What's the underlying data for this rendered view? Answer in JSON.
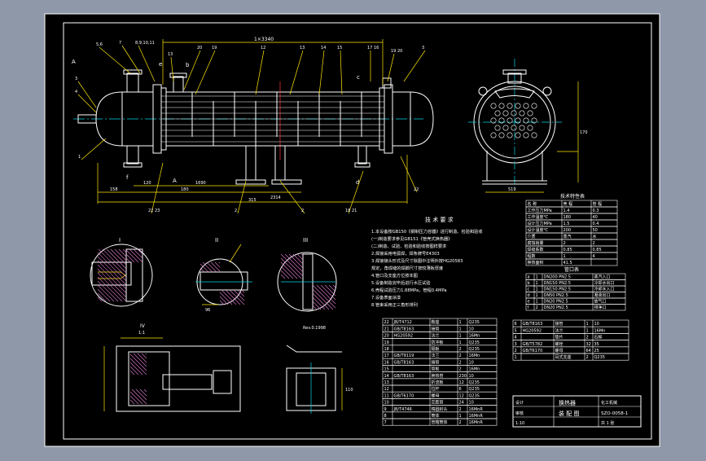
{
  "colors": {
    "background": "#8f98a8",
    "sheet": "#000000",
    "line": "#ffffff",
    "dimension": "#ffe600",
    "centerline": "#00d6e6",
    "section": "#ff3b3b",
    "hatch": "#e07ad0"
  },
  "drawing": {
    "overall_dim": "1×3340",
    "dim_158": "158",
    "dim_120": "120",
    "dim_180": "180",
    "dim_1690": "1690",
    "dim_2314": "2314",
    "dim_315": "315",
    "dim_519": "519",
    "dim_170": "170",
    "dim_96": "96",
    "dim_110": "110"
  },
  "sections": {
    "s1": "I",
    "s2": "II",
    "s3": "III",
    "s4": "IV",
    "s4_scale": "1:1",
    "s5": "Rev.0.1998"
  },
  "tech_title": "技 术 要 求",
  "tech_lines": [
    "1.本设备按GB150《钢制压力容器》进行制造、检验和验收",
    "(一)制造要求参见GB151《管壳式换热器》",
    "(二)制造、试验、检验和验收按图样要求",
    "2.焊接采用电弧焊，焊条牌号E4303",
    "3.焊接接头形式及尺寸除图中注明外按HG20583",
    "规定，角焊缝的焊脚尺寸按较薄板厚度",
    "4.管口及支座方位按本图",
    "5.设备制造完毕后进行水压试验",
    "6.壳程试验压力1.88MPa，管程0.4MPa",
    "7.设备表面涂漆",
    "8.管束采用正三角形排列"
  ],
  "spec_table": {
    "title": "技术特性表",
    "headers": [
      "名 称",
      "壳 程",
      "管 程"
    ],
    "rows": [
      [
        "工作压力MPa",
        "1.4",
        "0.3"
      ],
      [
        "工作温度℃",
        "180",
        "40"
      ],
      [
        "设计压力MPa",
        "1.5",
        "0.4"
      ],
      [
        "设计温度℃",
        "200",
        "50"
      ],
      [
        "介质",
        "蒸汽",
        "水"
      ],
      [
        "腐蚀裕量",
        "2",
        "2"
      ],
      [
        "焊缝系数",
        "0.85",
        "0.85"
      ],
      [
        "程数",
        "1",
        "4"
      ],
      [
        "换热面积",
        "41.5",
        ""
      ]
    ]
  },
  "nozzle_table": {
    "title": "管口表",
    "rows": [
      [
        "a",
        "1",
        "DN200 PN2.5",
        "蒸汽入口"
      ],
      [
        "b",
        "1",
        "DN150 PN2.5",
        "冷却水出口"
      ],
      [
        "c",
        "1",
        "DN150 PN2.5",
        "冷却水入口"
      ],
      [
        "d",
        "1",
        "DN50 PN2.5",
        "凝液出口"
      ],
      [
        "e",
        "1",
        "DN20 PN2.5",
        "放气口"
      ],
      [
        "f",
        "2",
        "DN20 PN2.5",
        "排净口"
      ]
    ]
  },
  "parts_left": [
    [
      "22",
      "JB/T4712",
      "鞍座",
      "1",
      "Q235"
    ],
    [
      "21",
      "GB/T8163",
      "接管",
      "1",
      "10"
    ],
    [
      "20",
      "HG20592",
      "法兰",
      "1",
      "16Mn"
    ],
    [
      "19",
      "",
      "防冲板",
      "1",
      "Q235"
    ],
    [
      "18",
      "",
      "隔板",
      "2",
      "Q235"
    ],
    [
      "17",
      "GB/T9119",
      "法兰",
      "2",
      "16Mn"
    ],
    [
      "16",
      "GB/T8163",
      "接管",
      "2",
      "10"
    ],
    [
      "15",
      "",
      "管板",
      "2",
      "16Mn"
    ],
    [
      "14",
      "GB/T8163",
      "换热管",
      "230",
      "10"
    ],
    [
      "13",
      "",
      "折流板",
      "12",
      "Q235"
    ],
    [
      "12",
      "",
      "拉杆",
      "6",
      "Q235"
    ],
    [
      "11",
      "GB/T6170",
      "螺母",
      "12",
      "Q235"
    ],
    [
      "10",
      "",
      "定距管",
      "24",
      "10"
    ],
    [
      "9",
      "JB/T4746",
      "楕圆封头",
      "2",
      "16MnR"
    ],
    [
      "8",
      "",
      "筒体",
      "1",
      "16MnR"
    ],
    [
      "7",
      "",
      "管箱筒体",
      "2",
      "16MnR"
    ]
  ],
  "parts_right": [
    [
      "6",
      "GB/T8163",
      "接管",
      "1",
      "10"
    ],
    [
      "5",
      "HG20592",
      "法兰",
      "1",
      "16Mn"
    ],
    [
      "4",
      "",
      "垫片",
      "2",
      "石棉"
    ],
    [
      "3",
      "GB/T5782",
      "螺栓",
      "32",
      "35"
    ],
    [
      "2",
      "GB/T6170",
      "螺母",
      "64",
      "25"
    ],
    [
      "1",
      "",
      "耳式支座",
      "2",
      "Q235"
    ]
  ],
  "title_block": {
    "project": "换热器",
    "drawing_name": "装 配 图",
    "drawing_no": "SZO-0058-1",
    "scale": "1:10",
    "sheet": "共 1 张",
    "designer": "设计",
    "checker": "审核",
    "school": "化工机械"
  }
}
